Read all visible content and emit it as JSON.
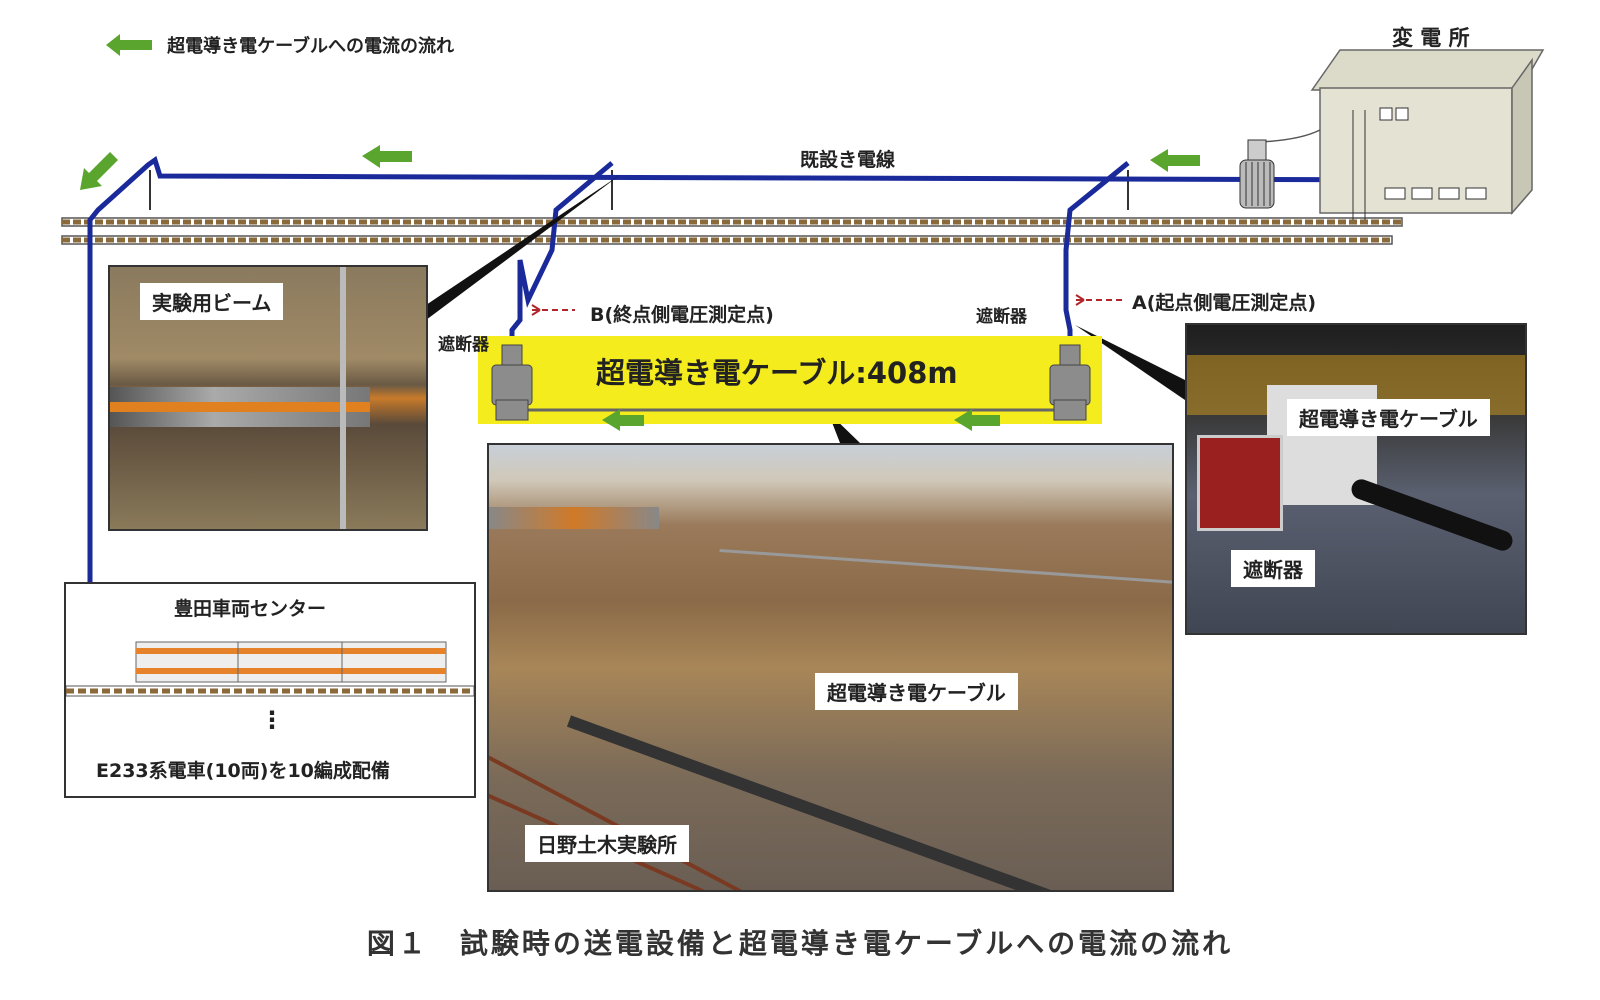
{
  "legend": {
    "icon": "green-left-arrow-icon",
    "text": "超電導き電ケーブルへの電流の流れ"
  },
  "labels": {
    "substation": "変 電 所",
    "existing_line": "既設き電線",
    "point_b": "B(終点側電圧測定点)",
    "point_a": "A(起点側電圧測定点)",
    "breaker_left": "遮断器",
    "breaker_right": "遮断器",
    "cable_banner": "超電導き電ケーブル:408m"
  },
  "photos": {
    "beam": {
      "tag": "実験用ビーム"
    },
    "site": {
      "tag_cable": "超電導き電ケーブル",
      "tag_site": "日野土木実験所"
    },
    "equipment": {
      "tag_cable": "超電導き電ケーブル",
      "tag_breaker": "遮断器"
    }
  },
  "depot": {
    "title": "豊田車両センター",
    "ellipsis": "⋮",
    "note": "E233系電車(10両)を10編成配備"
  },
  "caption": "図１　試験時の送電設備と超電導き電ケーブルへの電流の流れ",
  "colors": {
    "wire": "#1a2a9a",
    "arrow": "#5aa52e",
    "banner": "#f4ec1c",
    "marker": "#b0262a"
  }
}
